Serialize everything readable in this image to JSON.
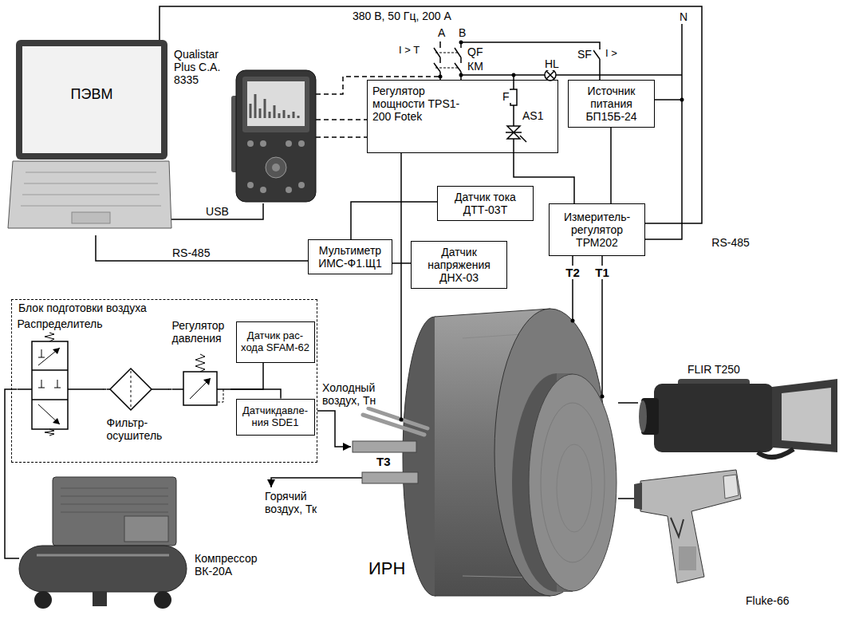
{
  "diagram": {
    "nodes": [
      {
        "text": [
          "Регулятор мощности TPS1-200 Fotek",
          "AS1"
        ]
      },
      {
        "text": [
          "Источник питания БП15Б-24"
        ]
      },
      {
        "text": [
          "Датчик тока ДТТ-03Т"
        ]
      },
      {
        "text": [
          "Измеритель- регулятор ТРМ202"
        ]
      },
      {
        "text": [
          "Мультиметр ИМС-Ф1.Щ1"
        ]
      },
      {
        "text": [
          "Датчик напряжения ДНХ-03"
        ]
      },
      {
        "text": [
          "ПЭВМ"
        ]
      },
      {
        "text": [
          "Qualistar Plus C.A. 8335"
        ]
      },
      {
        "text": [
          "Блок подготовки воздуха"
        ]
      },
      {
        "text": [
          "Распределитель"
        ],
        "in": 8
      },
      {
        "text": [
          "Фильтр- осушитель"
        ],
        "in": 8
      },
      {
        "text": [
          "Регулятор давления"
        ],
        "in": 8
      },
      {
        "text": [
          "Датчик рас- хода SFAM-62"
        ],
        "in": 8
      },
      {
        "text": [
          "Датчикдавле- ния SDE1"
        ],
        "in": 8
      },
      {
        "text": [
          "Компрессор ВК-20А"
        ]
      },
      {
        "text": [
          "ИРН"
        ]
      },
      {
        "text": [
          "FLIR T250"
        ]
      },
      {
        "text": [
          "Fluke-66"
        ]
      }
    ],
    "edges": [
      {
        "from": 6,
        "to": 7,
        "arrow": "none",
        "label": "USB"
      },
      {
        "from": 6,
        "to": 4,
        "arrow": "none",
        "label": "RS-485"
      },
      {
        "from": 3,
        "to": 6,
        "arrow": "none",
        "label": "RS-485"
      },
      {
        "from": 7,
        "to": 0,
        "arrow": "none"
      },
      {
        "from": 1,
        "to": 3,
        "arrow": "none"
      },
      {
        "from": 0,
        "to": 3,
        "arrow": "none"
      },
      {
        "from": 2,
        "to": 4,
        "arrow": "none"
      },
      {
        "from": 5,
        "to": 4,
        "arrow": "none"
      },
      {
        "from": 0,
        "to": 15,
        "arrow": "none"
      },
      {
        "from": 3,
        "to": 15,
        "arrow": "none",
        "label": "T2"
      },
      {
        "from": 3,
        "to": 15,
        "arrow": "none",
        "label": "T1"
      },
      {
        "from": 14,
        "to": 9,
        "arrow": "none"
      },
      {
        "from": 9,
        "to": 10,
        "arrow": "none"
      },
      {
        "from": 10,
        "to": 11,
        "arrow": "none"
      },
      {
        "from": 11,
        "to": 12,
        "arrow": "none"
      },
      {
        "from": 11,
        "to": 13,
        "arrow": "none"
      },
      {
        "from": 8,
        "to": 15,
        "arrow": "to",
        "label": "Холодный воздух, Тн"
      },
      {
        "from": 16,
        "to": 15,
        "arrow": "none"
      },
      {
        "from": 17,
        "to": 15,
        "arrow": "none"
      }
    ],
    "labels": [
      "380 В, 50 Гц, 200 А",
      "A",
      "B",
      "I > T",
      "QF",
      "КМ",
      "SF",
      "I >",
      "HL",
      "N",
      "F",
      "T3",
      "Горячий воздух, Тк"
    ]
  }
}
